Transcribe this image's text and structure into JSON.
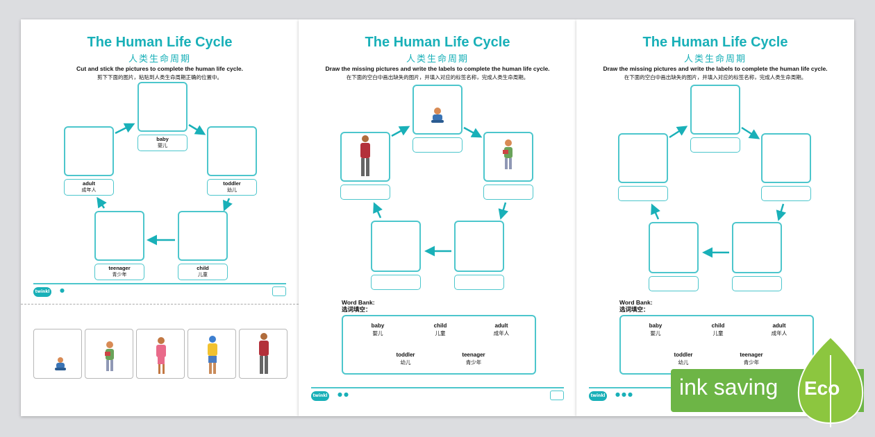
{
  "sheets": [
    {
      "title": "The Human Life Cycle",
      "subtitle": "人类生命周期",
      "instruction_en": "Cut and stick the pictures to complete the human life cycle.",
      "instruction_cn": "剪下下面的图片，粘贴到人类生命周期正确的位置中。",
      "labels": [
        {
          "en": "baby",
          "cn": "婴儿"
        },
        {
          "en": "toddler",
          "cn": "幼儿"
        },
        {
          "en": "child",
          "cn": "儿童"
        },
        {
          "en": "teenager",
          "cn": "青少年"
        },
        {
          "en": "adult",
          "cn": "成年人"
        }
      ],
      "logo": "twinkl",
      "page_dots": "●"
    },
    {
      "title": "The Human Life Cycle",
      "subtitle": "人类生命周期",
      "instruction_en": "Draw the missing pictures and write the labels to complete the human life cycle.",
      "instruction_cn": "在下面的空白中画出缺失的图片，并填入对应的标签名称，完成人类生命周期。",
      "word_bank_title_en": "Word Bank:",
      "word_bank_title_cn": "选词填空：",
      "logo": "twinkl",
      "page_dots": "●●"
    },
    {
      "title": "The Human Life Cycle",
      "subtitle": "人类生命周期",
      "instruction_en": "Draw the missing pictures and write the labels to complete the human life cycle.",
      "instruction_cn": "在下面的空白中画出缺失的图片，并填入对应的标签名称，完成人类生命周期。",
      "word_bank_title_en": "Word Bank:",
      "word_bank_title_cn": "选词填空：",
      "logo": "twinkl",
      "page_dots": "●●●"
    }
  ],
  "word_bank": [
    {
      "en": "baby",
      "cn": "婴儿"
    },
    {
      "en": "child",
      "cn": "儿童"
    },
    {
      "en": "adult",
      "cn": "成年人"
    },
    {
      "en": "toddler",
      "cn": "幼儿"
    },
    {
      "en": "teenager",
      "cn": "青少年"
    }
  ],
  "badge": {
    "text": "ink saving",
    "leaf_text": "Eco"
  },
  "colors": {
    "teal": "#19b0b8",
    "box_border": "#4cc6cc",
    "badge_green": "#6db546",
    "leaf_green": "#8cc63f"
  }
}
